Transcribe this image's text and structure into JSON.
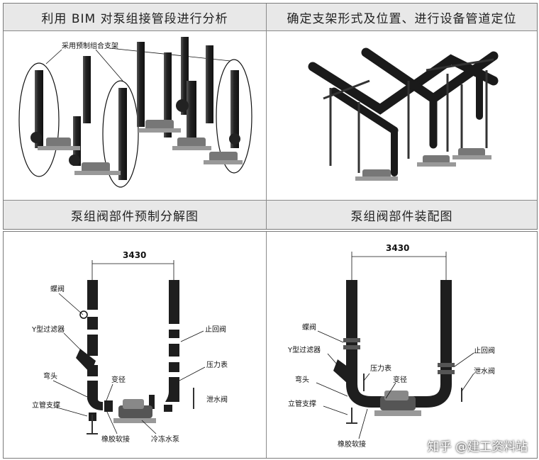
{
  "top_table": {
    "headers": [
      "利用 BIM 对泵组接管段进行分析",
      "确定支架形式及位置、进行设备管道定位"
    ],
    "captions": [
      "泵组阀部件预制分解图",
      "泵组阀部件装配图"
    ],
    "left_callout": "采用预制组合支架"
  },
  "bottom_left": {
    "dimension": "3430",
    "labels": {
      "butterfly_valve": "蝶阀",
      "y_strainer": "Y型过滤器",
      "elbow": "弯头",
      "riser_support": "立管支撑",
      "rubber_joint": "橡胶软接",
      "reducer": "变径",
      "check_valve": "止回阀",
      "pressure_gauge": "压力表",
      "drain_valve": "泄水阀",
      "chiller_pump": "冷冻水泵"
    }
  },
  "bottom_right": {
    "dimension": "3430",
    "labels": {
      "butterfly_valve": "蝶阀",
      "y_strainer": "Y型过滤器",
      "elbow": "弯头",
      "riser_support": "立管支撑",
      "rubber_joint": "橡胶软接",
      "pressure_gauge": "压力表",
      "reducer": "变径",
      "check_valve": "止回阀",
      "drain_valve": "泄水阀"
    }
  },
  "watermark": "知乎 @建工资料站"
}
